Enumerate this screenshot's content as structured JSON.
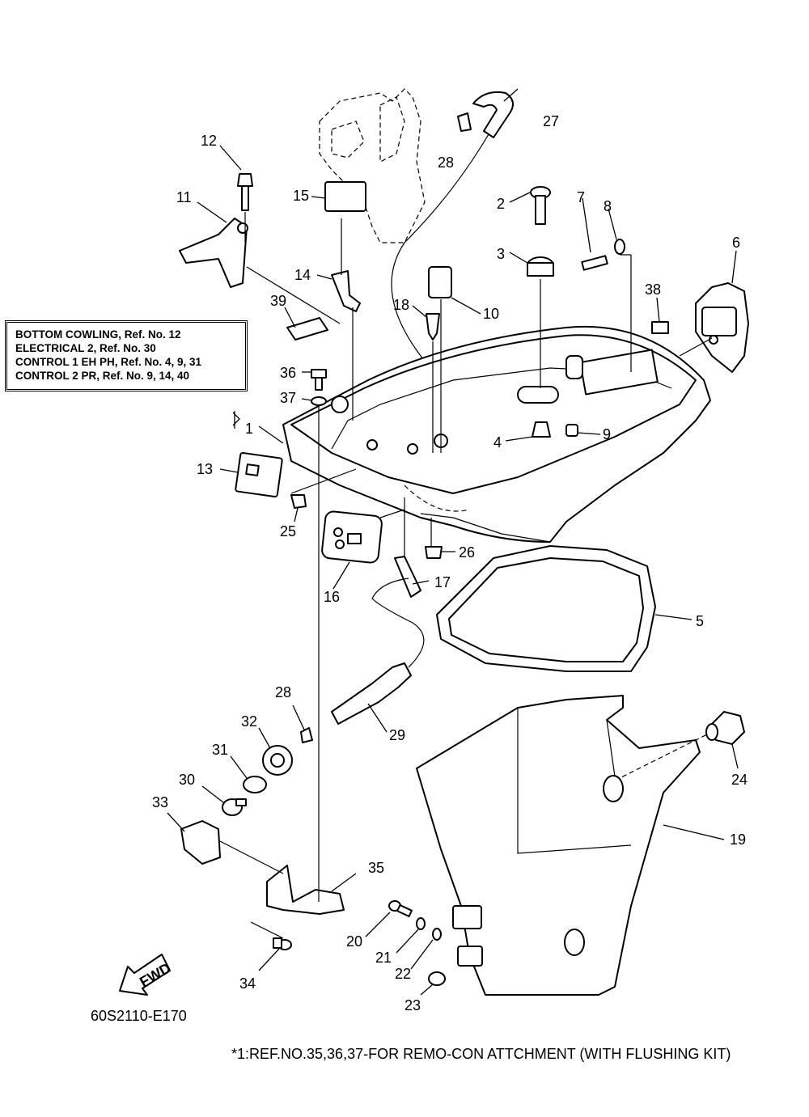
{
  "reference_box": [
    "BOTTOM COWLING, Ref. No. 12",
    "ELECTRICAL 2,  Ref. No. 30",
    "CONTROL 1 EH PH,  Ref. No. 4, 9, 31",
    "CONTROL 2 PR,  Ref. No. 9, 14, 40"
  ],
  "part_labels": {
    "p1": "1",
    "p2": "2",
    "p3": "3",
    "p4": "4",
    "p5": "5",
    "p6": "6",
    "p7": "7",
    "p8": "8",
    "p9": "9",
    "p10": "10",
    "p11": "11",
    "p12": "12",
    "p13": "13",
    "p14": "14",
    "p15": "15",
    "p16": "16",
    "p17": "17",
    "p18": "18",
    "p19": "19",
    "p20": "20",
    "p21": "21",
    "p22": "22",
    "p23": "23",
    "p24": "24",
    "p25": "25",
    "p26": "26",
    "p27": "27",
    "p28a": "28",
    "p28b": "28",
    "p29": "29",
    "p30": "30",
    "p31": "31",
    "p32": "32",
    "p33": "33",
    "p34": "34",
    "p35": "35",
    "p36": "36",
    "p37": "37",
    "p38": "38",
    "p39": "39"
  },
  "fwd_label": "FWD",
  "diagram_code": "60S2110-E170",
  "footnote": "*1:REF.NO.35,36,37-FOR REMO-CON ATTCHMENT (WITH FLUSHING KIT)"
}
